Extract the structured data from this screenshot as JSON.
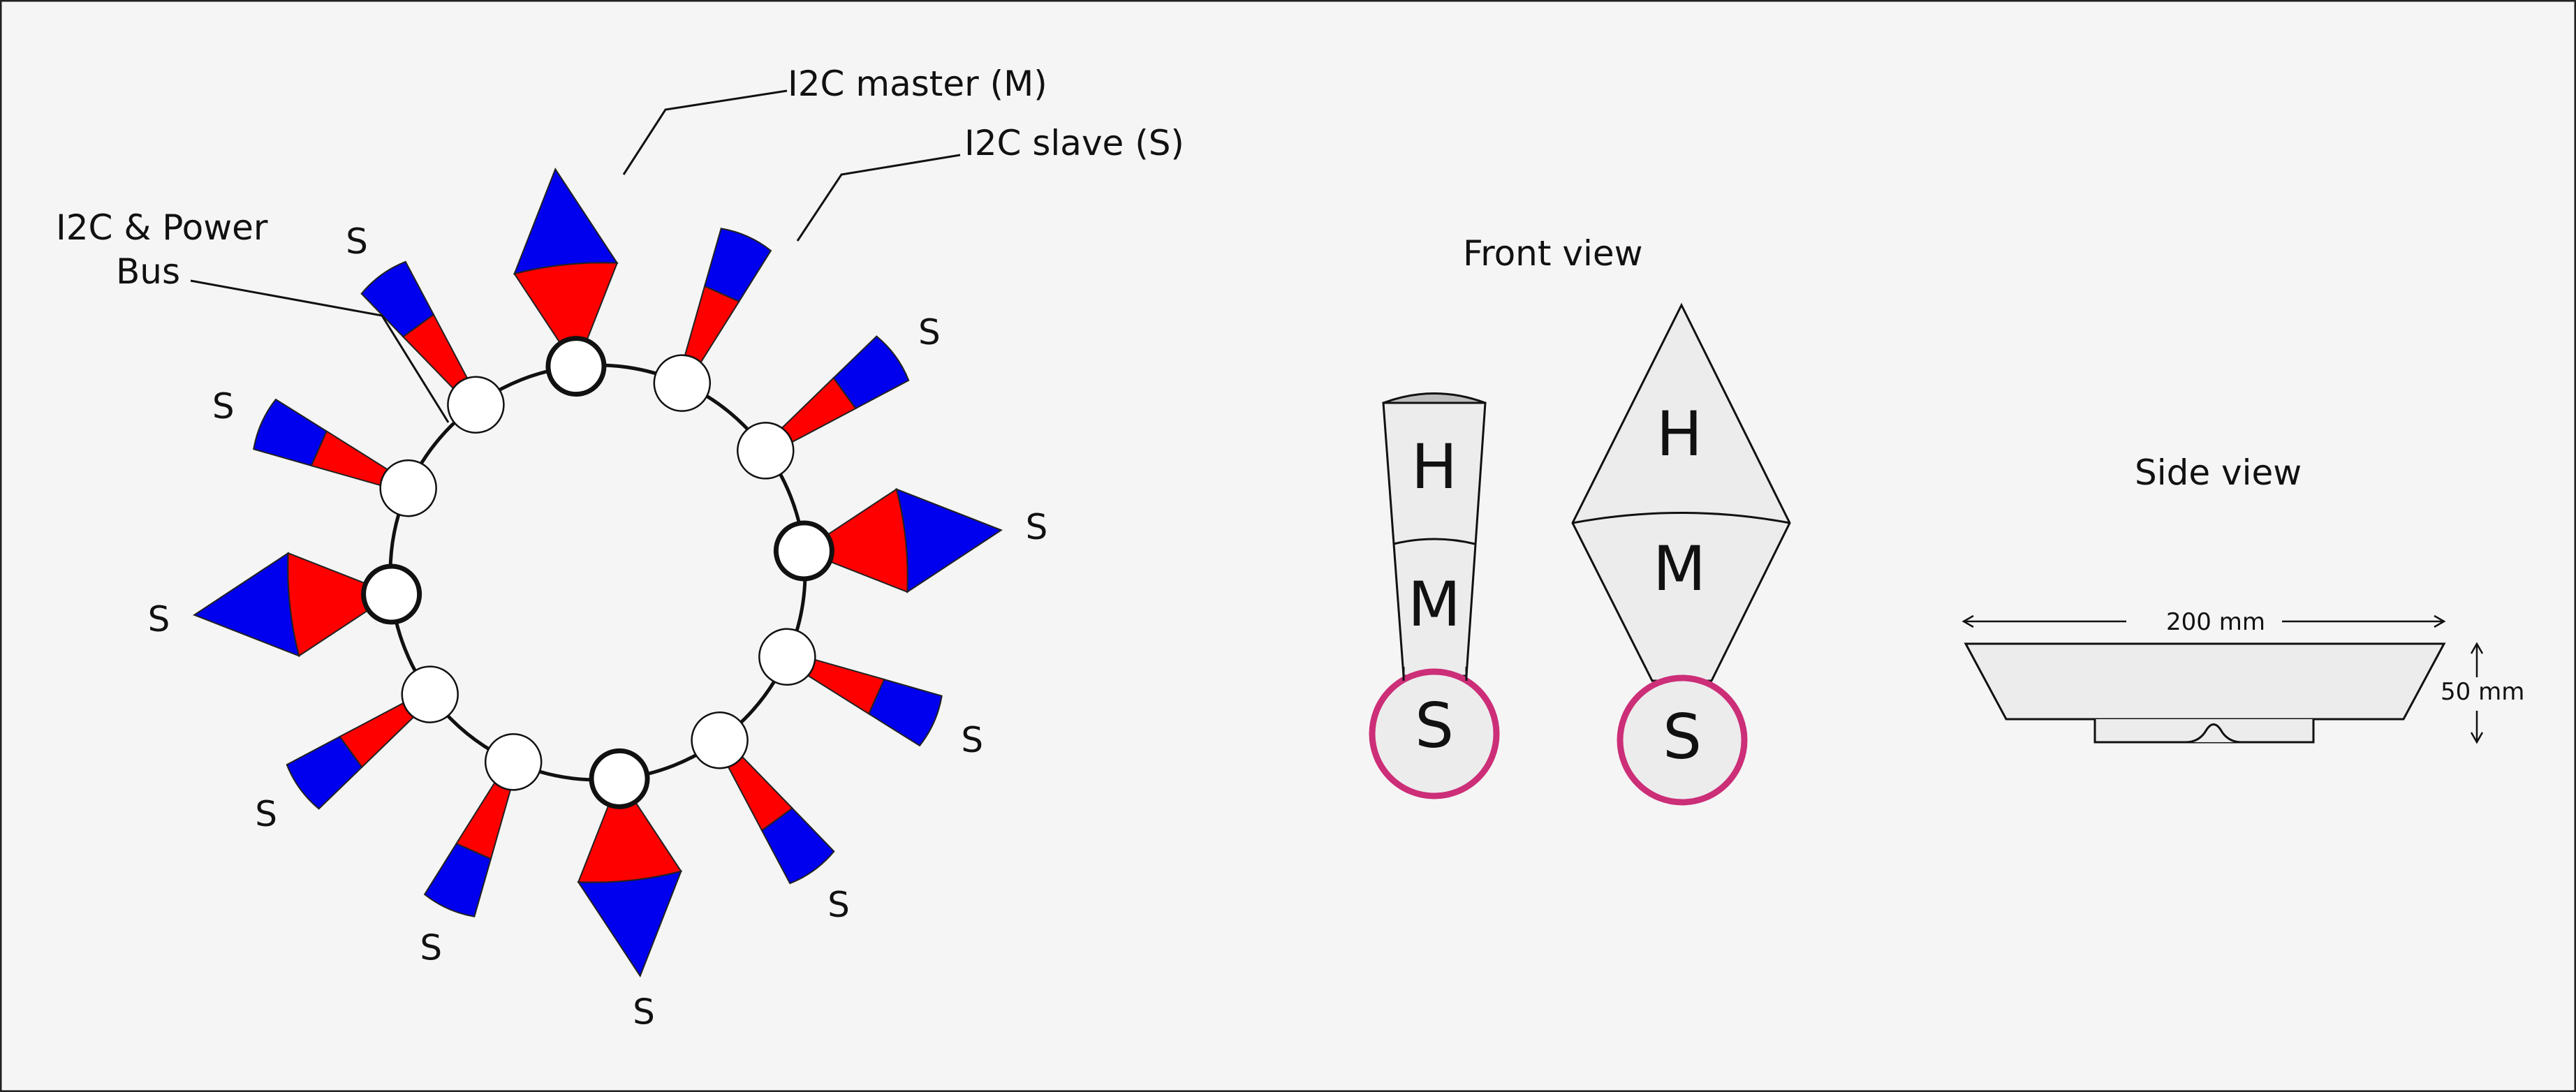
{
  "labels": {
    "master": "I2C master (M)",
    "slave": "I2C slave (S)",
    "bus_line1": "I2C & Power",
    "bus_line2": "Bus",
    "slave_short": "S",
    "front_view": "Front view",
    "side_view": "Side view",
    "head": "H",
    "middle": "M",
    "bottom": "S",
    "width_dim": "200 mm",
    "height_dim": "50 mm"
  },
  "colors": {
    "background": "#f5f5f5",
    "head_blue": "#0000ee",
    "middle_red": "#ff0000",
    "node_fill": "#ffffff",
    "outline": "#111111",
    "socket_ring": "#cc2e78",
    "body_gray": "#ececec",
    "cap_gray": "#bdbdbd"
  },
  "ring": {
    "segments": [
      {
        "name": "wide-top",
        "type": "wide",
        "role": "master",
        "label": ""
      },
      {
        "name": "narrow-1",
        "type": "narrow",
        "role": "slave",
        "label": ""
      },
      {
        "name": "narrow-2",
        "type": "narrow",
        "role": "slave",
        "label": "S"
      },
      {
        "name": "wide-right",
        "type": "wide",
        "role": "slave",
        "label": "S"
      },
      {
        "name": "narrow-3",
        "type": "narrow",
        "role": "slave",
        "label": "S"
      },
      {
        "name": "narrow-4",
        "type": "narrow",
        "role": "slave",
        "label": "S"
      },
      {
        "name": "wide-bottom",
        "type": "wide",
        "role": "slave",
        "label": "S"
      },
      {
        "name": "narrow-5",
        "type": "narrow",
        "role": "slave",
        "label": "S"
      },
      {
        "name": "narrow-6",
        "type": "narrow",
        "role": "slave",
        "label": "S"
      },
      {
        "name": "wide-left",
        "type": "wide",
        "role": "slave",
        "label": "S"
      },
      {
        "name": "narrow-7",
        "type": "narrow",
        "role": "slave",
        "label": "S"
      },
      {
        "name": "narrow-8",
        "type": "narrow",
        "role": "slave",
        "label": "S"
      }
    ]
  }
}
